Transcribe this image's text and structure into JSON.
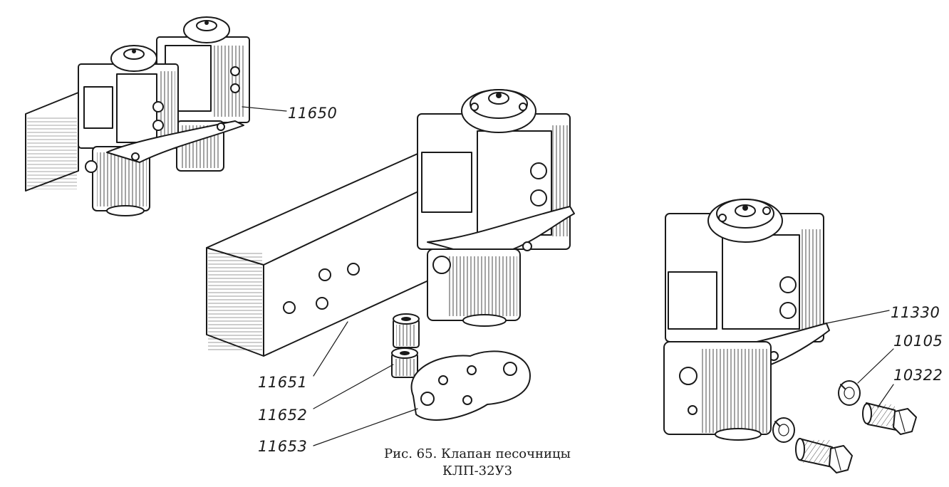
{
  "figure": {
    "caption_line1": "Рис. 65. Клапан песочницы",
    "caption_line2": "КЛП-32У3"
  },
  "part_labels": {
    "p11650": "11650",
    "p11651": "11651",
    "p11652": "11652",
    "p11653": "11653",
    "p11330": "11330",
    "p10105": "10105",
    "p10322": "10322"
  }
}
